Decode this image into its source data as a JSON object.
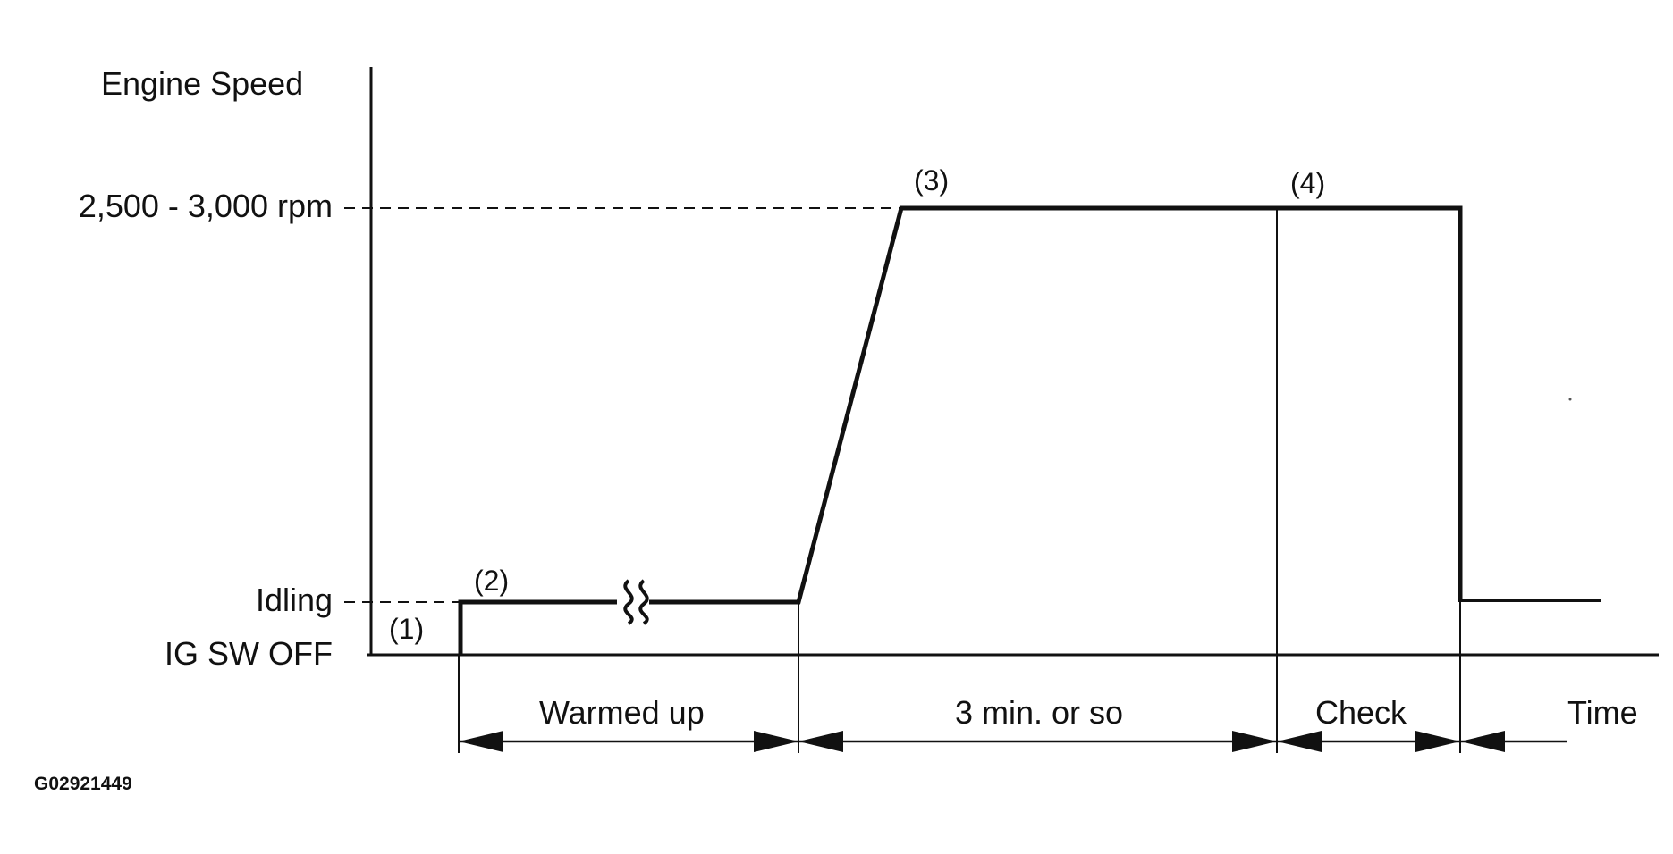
{
  "axis": {
    "y_title": "Engine Speed",
    "levels": {
      "high": "2,500 - 3,000 rpm",
      "idle": "Idling",
      "off": "IG SW OFF"
    }
  },
  "steps": [
    "(1)",
    "(2)",
    "(3)",
    "(4)"
  ],
  "phases": [
    "Warmed up",
    "3 min. or so",
    "Check",
    "Time"
  ],
  "figure_id": "G02921449",
  "colors": {
    "line": "#111111",
    "background": "#ffffff"
  }
}
